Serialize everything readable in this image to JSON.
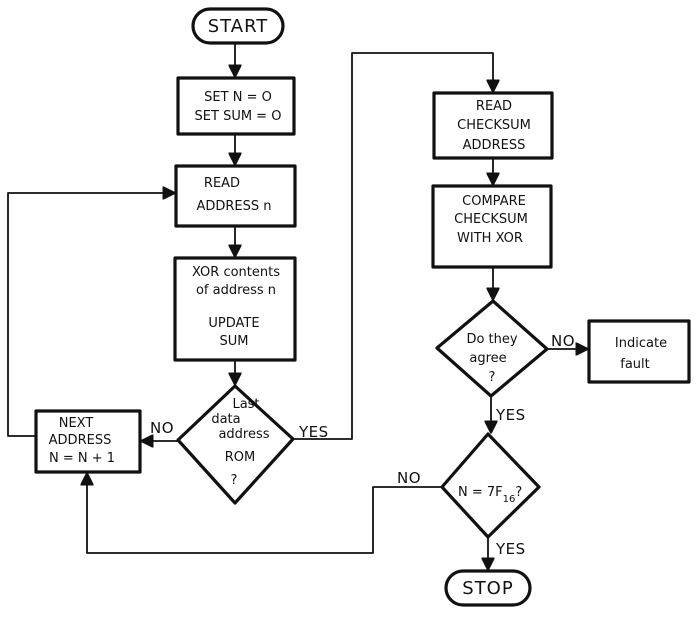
{
  "flowchart": {
    "start": "START",
    "stop": "STOP",
    "init": [
      "SET N = O",
      "SET SUM = O"
    ],
    "read_address": [
      "READ",
      "ADDRESS n"
    ],
    "xor_update": [
      "XOR contents",
      "of address n",
      "",
      "UPDATE",
      "SUM"
    ],
    "last_address": [
      "Last",
      "data",
      "address",
      "ROM",
      "?"
    ],
    "next_address": [
      "NEXT",
      "ADDRESS",
      "N = N + 1"
    ],
    "read_checksum": [
      "READ",
      "CHECKSUM",
      "ADDRESS"
    ],
    "compare": [
      "COMPARE",
      "CHECKSUM",
      "WITH XOR"
    ],
    "agree": [
      "Do they",
      "agree",
      "?"
    ],
    "fault": [
      "Indicate",
      "fault"
    ],
    "n_check": {
      "base": "N = 7F",
      "sub": "16",
      "suffix": "?"
    },
    "labels": {
      "last_no": "NO",
      "last_yes": "YES",
      "agree_no": "NO",
      "agree_yes": "YES",
      "n_no": "NO",
      "n_yes": "YES"
    }
  }
}
